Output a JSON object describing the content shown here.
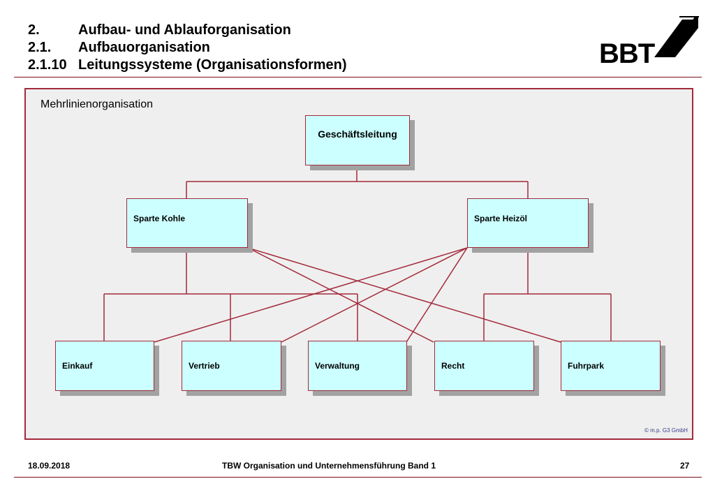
{
  "header": {
    "lines": [
      {
        "num": "2.",
        "text": "Aufbau- und Ablauforganisation"
      },
      {
        "num": "2.1.",
        "text": "Aufbauorganisation"
      },
      {
        "num": "2.1.10",
        "text": "Leitungssysteme (Organisationsformen)"
      }
    ],
    "logo_text": "BBT"
  },
  "diagram": {
    "title": "Mehrlinienorganisation",
    "top": "Geschäftsleitung",
    "divisions": [
      "Sparte Kohle",
      "Sparte Heizöl"
    ],
    "functions": [
      "Einkauf",
      "Vertrieb",
      "Verwaltung",
      "Recht",
      "Fuhrpark"
    ],
    "copyright": "© m.p. G3 GmbH",
    "colors": {
      "line": "#a3293a",
      "box_fill": "#ccffff",
      "shadow": "#a2a2a2",
      "panel": "#efefef"
    }
  },
  "footer": {
    "date": "18.09.2018",
    "title": "TBW Organisation und Unternehmensführung Band 1",
    "page": "27"
  }
}
